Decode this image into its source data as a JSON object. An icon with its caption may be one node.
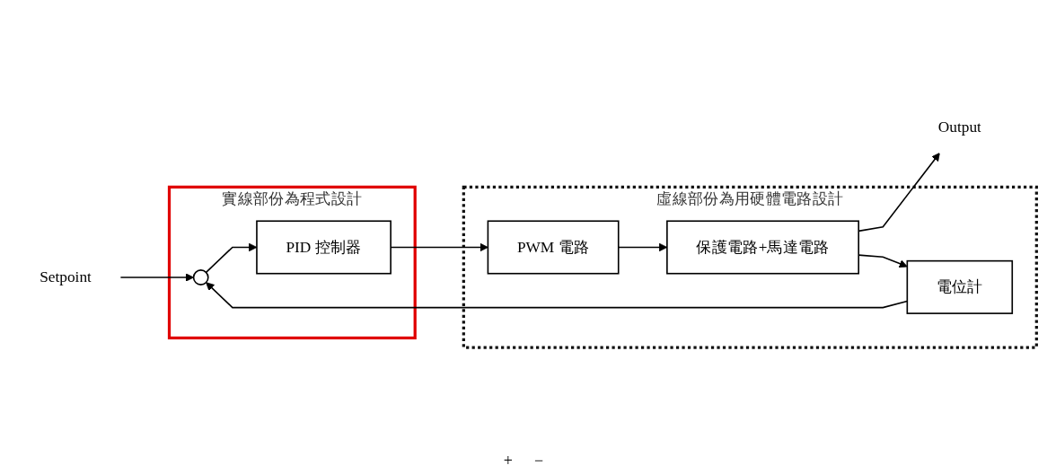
{
  "diagram": {
    "nodes": [
      {
        "text": [
          "Setpoint"
        ]
      },
      {
        "text": [
          "實線部份為程式設計"
        ]
      },
      {
        "text": [],
        "shape": "circle",
        "in": 1
      },
      {
        "text": [
          "PID 控制器"
        ],
        "in": 1
      },
      {
        "text": [
          "虛線部份為用硬體電路設計"
        ]
      },
      {
        "text": [
          "PWM 電路"
        ],
        "in": 4
      },
      {
        "text": [
          "保護電路+馬達電路"
        ],
        "in": 4
      },
      {
        "text": [
          "Output"
        ]
      },
      {
        "text": [
          "電位計"
        ],
        "in": 4
      }
    ],
    "edges": [
      {
        "from": 0,
        "to": 2,
        "arrow": "to"
      },
      {
        "from": 2,
        "to": 3,
        "arrow": "to"
      },
      {
        "from": 3,
        "to": 5,
        "arrow": "to"
      },
      {
        "from": 5,
        "to": 6,
        "arrow": "to"
      },
      {
        "from": 6,
        "to": 7,
        "arrow": "to"
      },
      {
        "from": 6,
        "to": 8,
        "arrow": "to"
      },
      {
        "from": 8,
        "to": 2,
        "arrow": "to"
      }
    ],
    "labels": [
      "+",
      "−"
    ]
  }
}
